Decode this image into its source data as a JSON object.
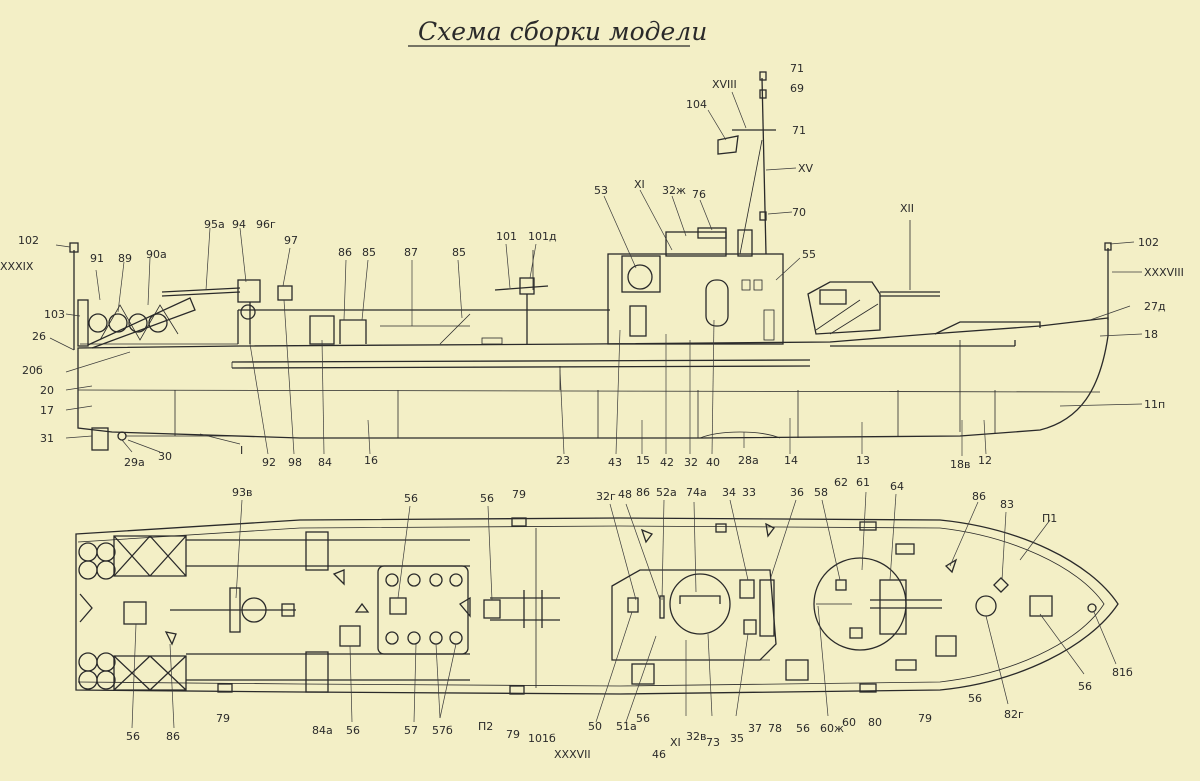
{
  "title": "Схема сборки модели",
  "side_labels": [
    {
      "id": "102-l",
      "text": "102"
    },
    {
      "id": "xxxix",
      "text": "XXXIX"
    },
    {
      "id": "91",
      "text": "91"
    },
    {
      "id": "89",
      "text": "89"
    },
    {
      "id": "90a",
      "text": "90а"
    },
    {
      "id": "95a",
      "text": "95а"
    },
    {
      "id": "94",
      "text": "94"
    },
    {
      "id": "96g",
      "text": "96г"
    },
    {
      "id": "97",
      "text": "97"
    },
    {
      "id": "86",
      "text": "86"
    },
    {
      "id": "85a",
      "text": "85"
    },
    {
      "id": "87",
      "text": "87"
    },
    {
      "id": "85b",
      "text": "85"
    },
    {
      "id": "101",
      "text": "101"
    },
    {
      "id": "101d",
      "text": "101д"
    },
    {
      "id": "53",
      "text": "53"
    },
    {
      "id": "xi-top",
      "text": "XI"
    },
    {
      "id": "32zh",
      "text": "32ж"
    },
    {
      "id": "76",
      "text": "76"
    },
    {
      "id": "xviii",
      "text": "XVIII"
    },
    {
      "id": "71a",
      "text": "71"
    },
    {
      "id": "69",
      "text": "69"
    },
    {
      "id": "104",
      "text": "104"
    },
    {
      "id": "71b",
      "text": "71"
    },
    {
      "id": "xv",
      "text": "XV"
    },
    {
      "id": "70",
      "text": "70"
    },
    {
      "id": "55",
      "text": "55"
    },
    {
      "id": "xii",
      "text": "XII"
    },
    {
      "id": "102-r",
      "text": "102"
    },
    {
      "id": "xxxviii",
      "text": "XXXVIII"
    },
    {
      "id": "27d",
      "text": "27д"
    },
    {
      "id": "18",
      "text": "18"
    },
    {
      "id": "103",
      "text": "103"
    },
    {
      "id": "26",
      "text": "26"
    },
    {
      "id": "20b",
      "text": "20б"
    },
    {
      "id": "20",
      "text": "20"
    },
    {
      "id": "17",
      "text": "17"
    },
    {
      "id": "31",
      "text": "31"
    },
    {
      "id": "29a",
      "text": "29а"
    },
    {
      "id": "30",
      "text": "30"
    },
    {
      "id": "i",
      "text": "I"
    },
    {
      "id": "92",
      "text": "92"
    },
    {
      "id": "98",
      "text": "98"
    },
    {
      "id": "84",
      "text": "84"
    },
    {
      "id": "16",
      "text": "16"
    },
    {
      "id": "23",
      "text": "23"
    },
    {
      "id": "43",
      "text": "43"
    },
    {
      "id": "15",
      "text": "15"
    },
    {
      "id": "42",
      "text": "42"
    },
    {
      "id": "32",
      "text": "32"
    },
    {
      "id": "40",
      "text": "40"
    },
    {
      "id": "28a",
      "text": "28а"
    },
    {
      "id": "14",
      "text": "14"
    },
    {
      "id": "13",
      "text": "13"
    },
    {
      "id": "18v",
      "text": "18в"
    },
    {
      "id": "12",
      "text": "12"
    },
    {
      "id": "11p",
      "text": "11п"
    }
  ],
  "plan_labels": [
    {
      "id": "93v",
      "text": "93в"
    },
    {
      "id": "56-a",
      "text": "56"
    },
    {
      "id": "56-b",
      "text": "56"
    },
    {
      "id": "79-a",
      "text": "79"
    },
    {
      "id": "32g",
      "text": "32г"
    },
    {
      "id": "48",
      "text": "48"
    },
    {
      "id": "86-a",
      "text": "86"
    },
    {
      "id": "52a",
      "text": "52а"
    },
    {
      "id": "74a",
      "text": "74а"
    },
    {
      "id": "34",
      "text": "34"
    },
    {
      "id": "33",
      "text": "33"
    },
    {
      "id": "36",
      "text": "36"
    },
    {
      "id": "58",
      "text": "58"
    },
    {
      "id": "62",
      "text": "62"
    },
    {
      "id": "61",
      "text": "61"
    },
    {
      "id": "64",
      "text": "64"
    },
    {
      "id": "86-b",
      "text": "86"
    },
    {
      "id": "83",
      "text": "83"
    },
    {
      "id": "p1",
      "text": "П1"
    },
    {
      "id": "56-c",
      "text": "56"
    },
    {
      "id": "86-c",
      "text": "86"
    },
    {
      "id": "79-b",
      "text": "79"
    },
    {
      "id": "84a",
      "text": "84а"
    },
    {
      "id": "56-d",
      "text": "56"
    },
    {
      "id": "57",
      "text": "57"
    },
    {
      "id": "57b",
      "text": "57б"
    },
    {
      "id": "p2",
      "text": "П2"
    },
    {
      "id": "79-c",
      "text": "79"
    },
    {
      "id": "101b",
      "text": "101б"
    },
    {
      "id": "xxxvii",
      "text": "XXXVII"
    },
    {
      "id": "50",
      "text": "50"
    },
    {
      "id": "51a",
      "text": "51а"
    },
    {
      "id": "56-e",
      "text": "56"
    },
    {
      "id": "46",
      "text": "46"
    },
    {
      "id": "xi-b",
      "text": "XI"
    },
    {
      "id": "32v",
      "text": "32в"
    },
    {
      "id": "73",
      "text": "73"
    },
    {
      "id": "35",
      "text": "35"
    },
    {
      "id": "37",
      "text": "37"
    },
    {
      "id": "78",
      "text": "78"
    },
    {
      "id": "56-f",
      "text": "56"
    },
    {
      "id": "60zh",
      "text": "60ж"
    },
    {
      "id": "60",
      "text": "60"
    },
    {
      "id": "80",
      "text": "80"
    },
    {
      "id": "79-d",
      "text": "79"
    },
    {
      "id": "56-g",
      "text": "56"
    },
    {
      "id": "82g",
      "text": "82г"
    },
    {
      "id": "56-h",
      "text": "56"
    },
    {
      "id": "81b",
      "text": "81б"
    }
  ]
}
